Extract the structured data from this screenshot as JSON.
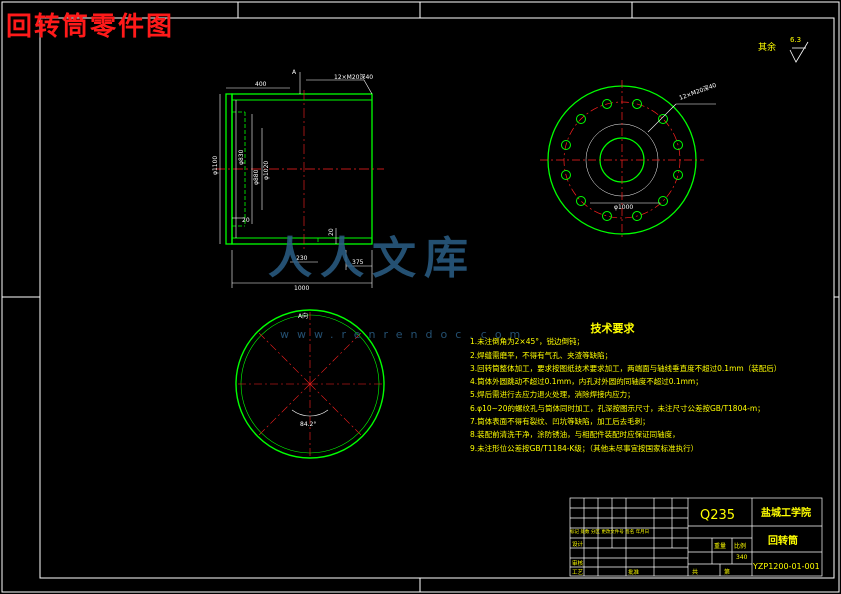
{
  "title": "回转筒零件图",
  "surface_note": {
    "label": "其余",
    "value": "6.3"
  },
  "views": {
    "front": {
      "dims": [
        "400",
        "φ1100",
        "φ1020",
        "φ880",
        "φ830",
        "20",
        "230",
        "20",
        "375",
        "1000"
      ],
      "callout": "12×M20深40",
      "section_mark": "A"
    },
    "side": {
      "callout": "12×M20深40",
      "pcd": "φ1000"
    },
    "a_view": {
      "label": "A向",
      "angle": "84.2°"
    }
  },
  "watermark": {
    "main": "人人文库",
    "url": "www.renrendoc.com"
  },
  "tech_req": {
    "heading": "技术要求",
    "lines": [
      "1.未注倒角为2×45°，锐边倒钝；",
      "2.焊缝需磨平，不得有气孔、夹渣等缺陷；",
      "3.回转筒整体加工，要求按图纸技术要求加工，两端面与轴线垂直度不超过0.1mm（装配后）",
      "4.筒体外圆跳动不超过0.1mm，内孔对外圆的同轴度不超过0.1mm；",
      "5.焊后需进行去应力退火处理，消除焊接内应力；",
      "6.φ10~20的螺纹孔与筒体同时加工，孔深按图示尺寸，未注尺寸公差按GB/T1804-m；",
      "7.筒体表面不得有裂纹、凹坑等缺陷，加工后去毛刺；",
      "8.装配前清洗干净，涂防锈油，与相配件装配时应保证同轴度，",
      "9.未注形位公差按GB/T1184-K级；（其他未尽事宜按国家标准执行）"
    ]
  },
  "title_block": {
    "material": "Q235",
    "school": "盐城工学院",
    "part_name": "回转筒",
    "drawing_no": "YZP1200-01-001",
    "scale_label": "比例",
    "weight_label": "重量",
    "count": "340",
    "designer_label": "设计",
    "checker_label": "审核",
    "process_label": "工艺",
    "approve_label": "批准",
    "sheet_label": "共",
    "page_label": "第",
    "row_labels": [
      "标记",
      "处数",
      "分区",
      "更改文件号",
      "签名",
      "年月日"
    ]
  },
  "colors": {
    "background": "#000000",
    "border": "#ffffff",
    "outline": "#00ff00",
    "centerline": "#ff2020",
    "dimension": "#ffffff",
    "text": "#ffff00",
    "watermark": "#2b5f86"
  }
}
